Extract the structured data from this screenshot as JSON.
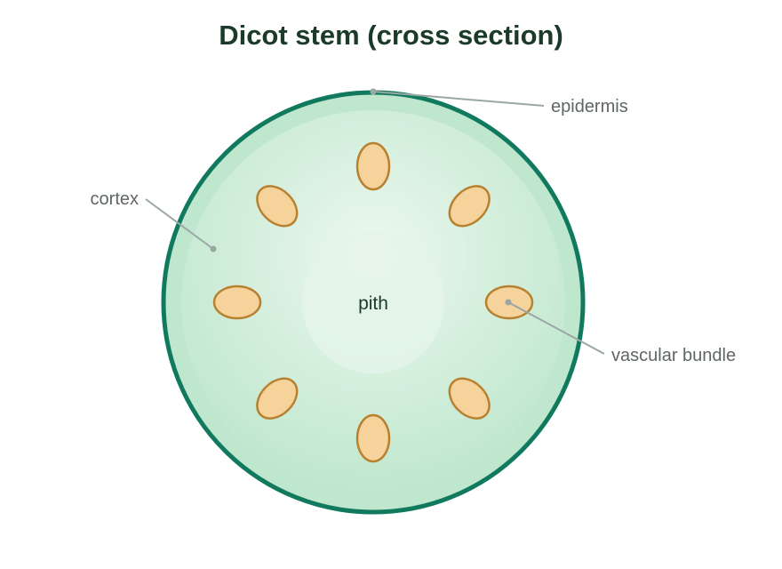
{
  "title": "Dicot stem (cross section)",
  "labels": {
    "epidermis": "epidermis",
    "cortex": "cortex",
    "pith": "pith",
    "vascular_bundle": "vascular bundle"
  },
  "vascular_bundles": {
    "count": 8
  },
  "colors": {
    "title": "#1b3a2a",
    "epidermis_stroke": "#117a5e",
    "cortex_light": "#edf8ef",
    "cortex_dark": "#bfe7cd",
    "pith_fill": "#e6f4e9",
    "bundle_fill": "#f5d39b",
    "bundle_stroke": "#b88130",
    "leader_line": "#9aa7a5",
    "label_text": "#5f6664",
    "pith_text": "#1b3a2a"
  }
}
